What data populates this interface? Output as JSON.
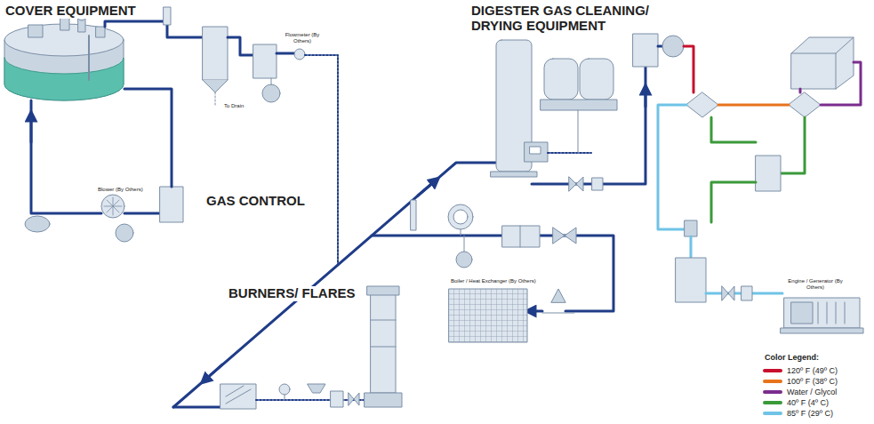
{
  "diagram": {
    "labels": [
      "COVER EQUIPMENT",
      "GAS CONTROL",
      "DIGESTER GAS CLEANING/ DRYING EQUIPMENT",
      "BURNERS/ FLARES",
      "To Drain",
      "Flowmeter (By Others)",
      "Blower (By Others)",
      "Boiler / Heat Exchanger (By Others)",
      "Engine / Generator (By Others)",
      "Color Legend:"
    ],
    "legend": [
      {
        "text": "120º F (49º C)",
        "color": "#c8102e"
      },
      {
        "text": "100º F (38º C)",
        "color": "#e8731c"
      },
      {
        "text": "Water / Glycol",
        "color": "#7b2d8e"
      },
      {
        "text": "40º F (4º C)",
        "color": "#3a9a3a"
      },
      {
        "text": "85º F (29º C)",
        "color": "#6fc3e6"
      }
    ]
  }
}
